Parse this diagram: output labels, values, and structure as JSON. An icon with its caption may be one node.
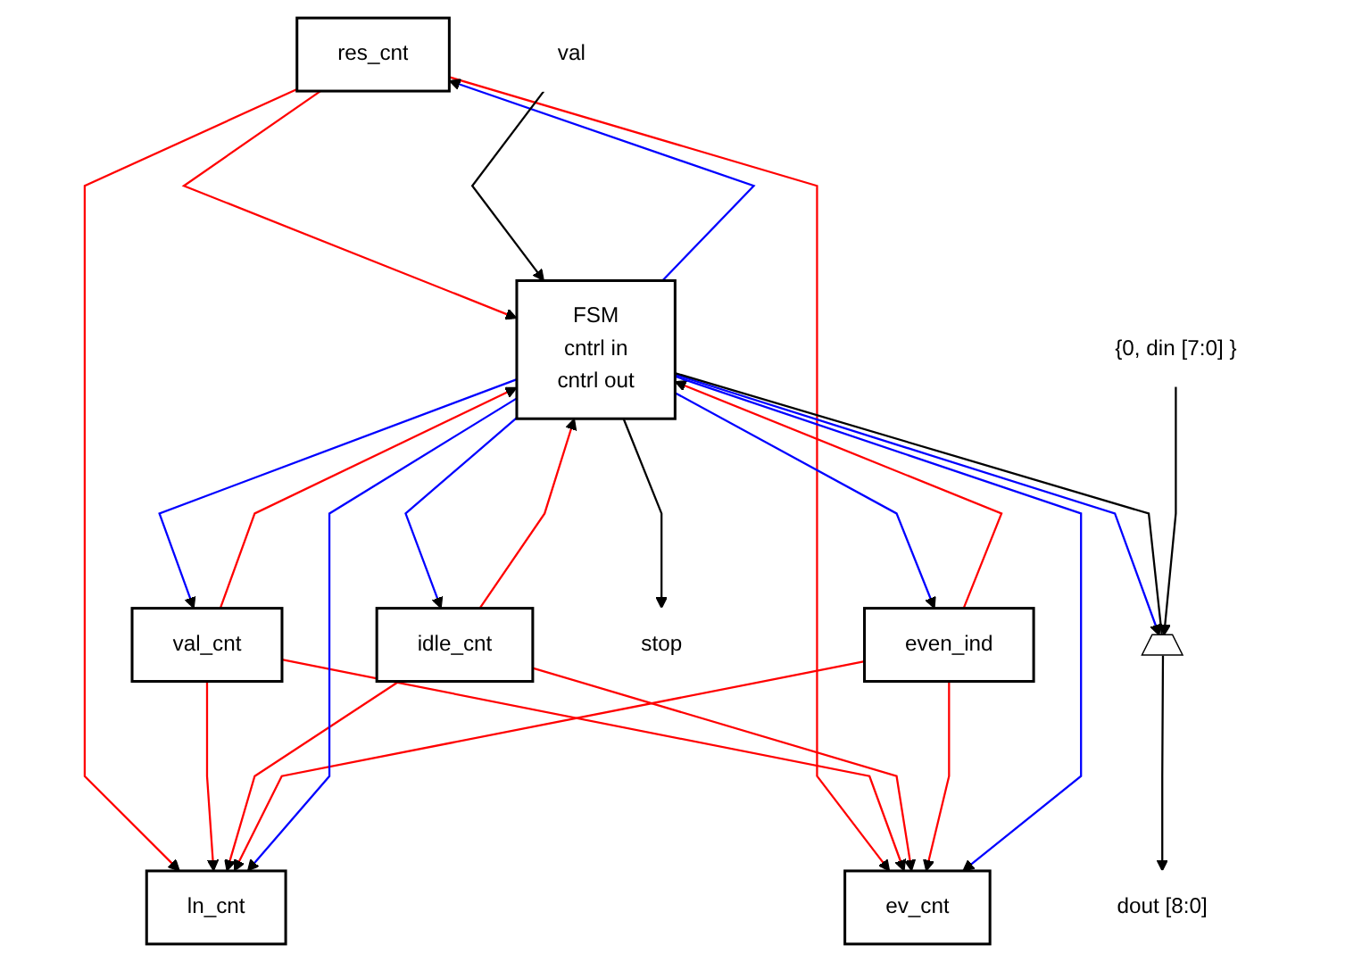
{
  "diagram": {
    "nodes": [
      {
        "text": [
          "ln_cnt"
        ]
      },
      {
        "text": [
          "ev_cnt"
        ]
      },
      {
        "text": [
          "res_cnt"
        ]
      },
      {
        "text": [
          "val_cnt"
        ]
      },
      {
        "text": [
          "idle_cnt"
        ]
      },
      {
        "text": [
          "even_ind"
        ]
      },
      {
        "text": [
          "FSM",
          "cntrl in",
          "cntrl out"
        ]
      },
      {
        "text": [],
        "shape": "trapezoid"
      },
      {
        "text": [
          "val"
        ]
      },
      {
        "text": [
          "{0, din [7:0] }"
        ]
      },
      {
        "text": [
          "stop"
        ]
      },
      {
        "text": [
          "dout [8:0]"
        ]
      }
    ],
    "edges": [
      {
        "from": 2,
        "to": 0,
        "arrow": "to",
        "color": "#ff0000"
      },
      {
        "from": 2,
        "to": 1,
        "arrow": "to",
        "color": "#ff0000"
      },
      {
        "from": 2,
        "to": 6,
        "arrow": "to",
        "color": "#ff0000"
      },
      {
        "from": 3,
        "to": 0,
        "arrow": "to",
        "color": "#ff0000"
      },
      {
        "from": 3,
        "to": 1,
        "arrow": "to",
        "color": "#ff0000"
      },
      {
        "from": 3,
        "to": 6,
        "arrow": "to",
        "color": "#ff0000"
      },
      {
        "from": 4,
        "to": 0,
        "arrow": "to",
        "color": "#ff0000"
      },
      {
        "from": 4,
        "to": 1,
        "arrow": "to",
        "color": "#ff0000"
      },
      {
        "from": 4,
        "to": 6,
        "arrow": "to",
        "color": "#ff0000"
      },
      {
        "from": 5,
        "to": 0,
        "arrow": "to",
        "color": "#ff0000"
      },
      {
        "from": 5,
        "to": 1,
        "arrow": "to",
        "color": "#ff0000"
      },
      {
        "from": 5,
        "to": 6,
        "arrow": "to",
        "color": "#ff0000"
      },
      {
        "from": 6,
        "to": 2,
        "arrow": "to",
        "color": "#0000ff"
      },
      {
        "from": 6,
        "to": 3,
        "arrow": "to",
        "color": "#0000ff"
      },
      {
        "from": 6,
        "to": 4,
        "arrow": "to",
        "color": "#0000ff"
      },
      {
        "from": 6,
        "to": 5,
        "arrow": "to",
        "color": "#0000ff"
      },
      {
        "from": 6,
        "to": 0,
        "arrow": "to",
        "color": "#0000ff"
      },
      {
        "from": 6,
        "to": 1,
        "arrow": "to",
        "color": "#0000ff"
      },
      {
        "from": 6,
        "to": 7,
        "arrow": "to",
        "color": "#0000ff"
      },
      {
        "from": 6,
        "to": 10,
        "arrow": "to",
        "color": "#000000"
      },
      {
        "from": 6,
        "to": 7,
        "arrow": "none",
        "color": "#000000"
      },
      {
        "from": 8,
        "to": 6,
        "arrow": "to",
        "color": "#000000"
      },
      {
        "from": 9,
        "to": 7,
        "arrow": "to",
        "color": "#000000"
      },
      {
        "from": 7,
        "to": 11,
        "arrow": "to",
        "color": "#000000"
      }
    ]
  }
}
